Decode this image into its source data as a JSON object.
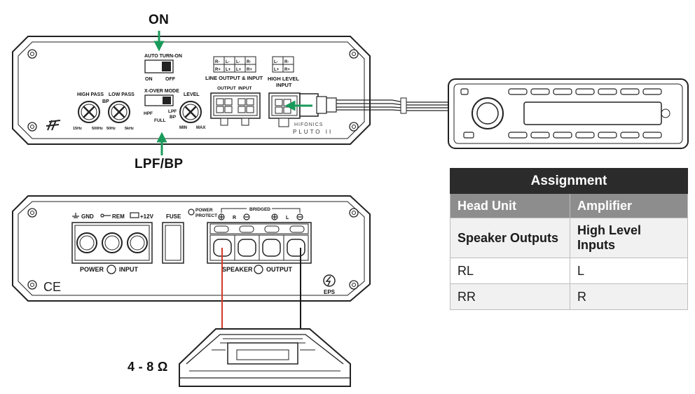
{
  "callouts": {
    "on": "ON",
    "lpf_bp": "LPF/BP",
    "impedance": "4 - 8 Ω"
  },
  "front_panel": {
    "auto_turn_on": "AUTO TURN-ON",
    "switch_on": "ON",
    "switch_off": "OFF",
    "xover_mode": "X-OVER MODE",
    "hpf": "HPF",
    "full": "FULL",
    "lpf": "LPF",
    "bp_small": "BP",
    "high_pass": "HIGH PASS",
    "low_pass": "LOW PASS",
    "bp": "BP",
    "hp_min": "15Hz",
    "hp_max": "500Hz",
    "lp_min": "50Hz",
    "lp_max": "5kHz",
    "level": "LEVEL",
    "level_min": "MIN",
    "level_max": "MAX",
    "line_output_input": "LINE OUTPUT & INPUT",
    "output": "OUTPUT",
    "input": "INPUT",
    "high_level_input_1": "HIGH LEVEL",
    "high_level_input_2": "INPUT",
    "line_pins_top": [
      "R-",
      "L-",
      "L-",
      "R-"
    ],
    "line_pins_bottom": [
      "R+",
      "L+",
      "L+",
      "R+"
    ],
    "hl_pins_top": [
      "L-",
      "R-"
    ],
    "hl_pins_bottom": [
      "L+",
      "R+"
    ],
    "brand": "PLUTO II",
    "brand_top": "HIFONICS"
  },
  "rear_panel": {
    "gnd": "GND",
    "rem": "REM",
    "plus12v": "+12V",
    "fuse": "FUSE",
    "power_protect_1": "POWER",
    "power_protect_2": "PROTECT",
    "bridged": "BRIDGED",
    "r": "R",
    "l": "L",
    "power_input_1": "POWER",
    "power_input_2": "INPUT",
    "speaker_output_1": "SPEAKER",
    "speaker_output_2": "OUTPUT",
    "ce": "CE",
    "eps": "EPS"
  },
  "table": {
    "caption": "Assignment",
    "col1_header": "Head Unit",
    "col2_header": "Amplifier",
    "sub_col1": "Speaker Outputs",
    "sub_col2": "High Level Inputs",
    "rows": [
      {
        "head_unit": "RL",
        "amplifier": "L"
      },
      {
        "head_unit": "RR",
        "amplifier": "R"
      }
    ]
  },
  "colors": {
    "arrow_green": "#1a9a5a",
    "wire_red": "#d23a2a",
    "wire_black": "#1a1a1a",
    "table_caption_bg": "#2b2b2b",
    "table_header_bg": "#8d8d8d",
    "table_alt_bg": "#f1f1f1"
  }
}
